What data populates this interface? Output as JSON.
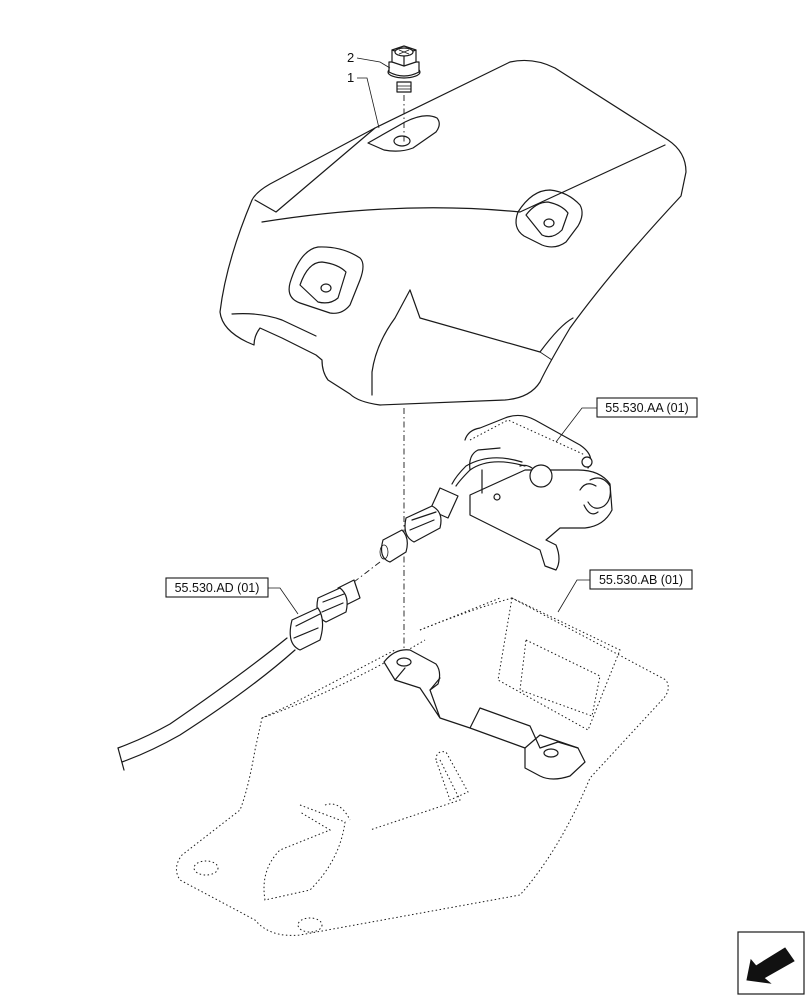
{
  "callouts": [
    {
      "id": "part-2",
      "label": "2"
    },
    {
      "id": "part-1",
      "label": "1"
    }
  ],
  "references": [
    {
      "id": "ref-aa",
      "label": "55.530.AA (01)"
    },
    {
      "id": "ref-ad",
      "label": "55.530.AD (01)"
    },
    {
      "id": "ref-ab",
      "label": "55.530.AB (01)"
    }
  ],
  "nav": {
    "icon": "next-page-arrow-icon"
  }
}
